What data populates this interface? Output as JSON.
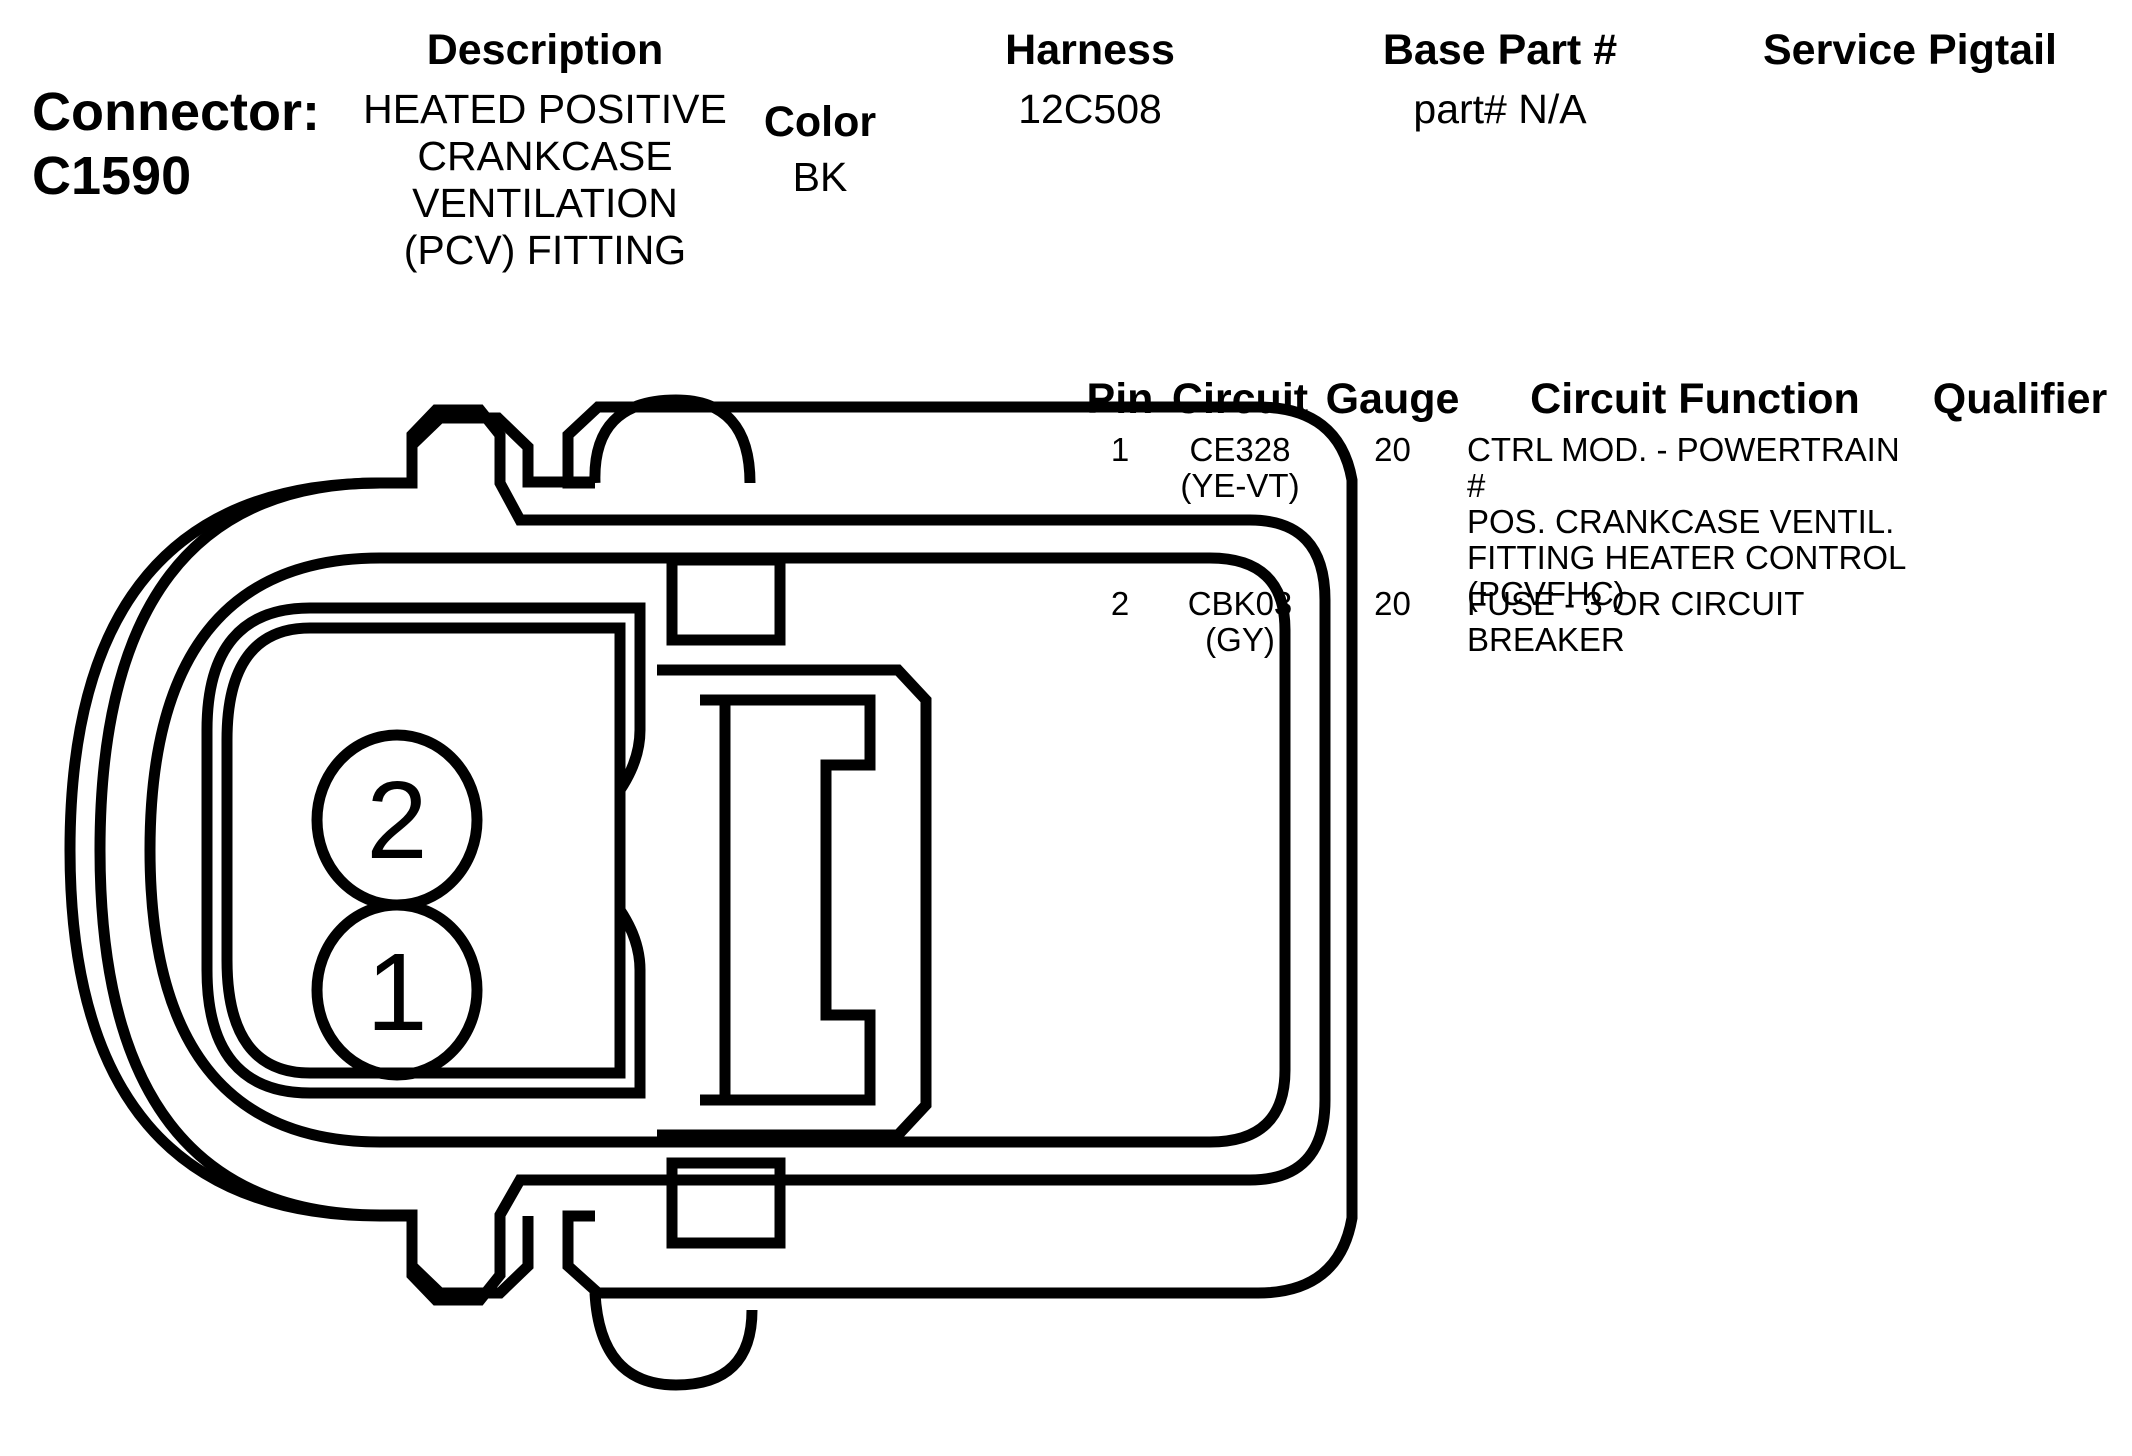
{
  "connector": {
    "label": "Connector:",
    "id": "C1590"
  },
  "headers": {
    "description": "Description",
    "harness": "Harness",
    "base_part": "Base Part #",
    "service_pigtail": "Service Pigtail",
    "color": "Color"
  },
  "values": {
    "description": "HEATED POSITIVE CRANKCASE VENTILATION (PCV) FITTING",
    "description_lines": [
      "HEATED POSITIVE",
      "CRANKCASE",
      "VENTILATION",
      "(PCV) FITTING"
    ],
    "harness": "12C508",
    "base_part": "part# N/A",
    "color": "BK",
    "service_pigtail": ""
  },
  "table": {
    "columns": [
      "Pin",
      "Circuit",
      "Gauge",
      "Circuit Function",
      "Qualifier"
    ],
    "rows": [
      {
        "pin": "1",
        "circuit": [
          "CE328",
          "(YE-VT)"
        ],
        "gauge": "20",
        "function": [
          "CTRL MOD. - POWERTRAIN #",
          "POS. CRANKCASE VENTIL.",
          "FITTING HEATER CONTROL",
          "(PCVFHC)"
        ],
        "qualifier": ""
      },
      {
        "pin": "2",
        "circuit": [
          "CBK03",
          "(GY)"
        ],
        "gauge": "20",
        "function": [
          "FUSE - 3 OR CIRCUIT",
          "BREAKER"
        ],
        "qualifier": ""
      }
    ]
  },
  "diagram": {
    "pin_labels": [
      "2",
      "1"
    ]
  }
}
